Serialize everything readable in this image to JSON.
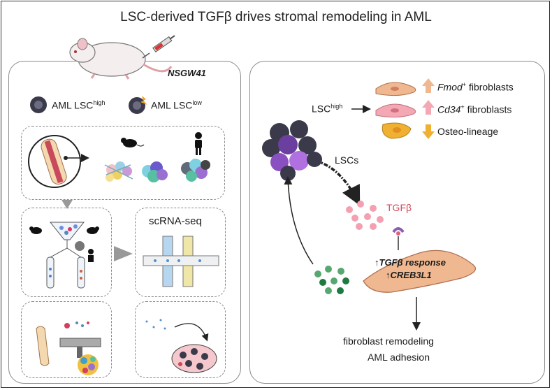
{
  "title": "LSC-derived TGFβ drives stromal remodeling in AML",
  "left": {
    "mouse_strain": "NSGW41",
    "legend_high": {
      "text": "AML LSC",
      "sup": "high"
    },
    "legend_low": {
      "text": "AML LSC",
      "sup": "low"
    },
    "scrna_label": "scRNA-seq"
  },
  "right": {
    "lsc_high": {
      "text": "LSC",
      "sup": "high"
    },
    "effects": [
      {
        "gene": "Fmod",
        "sup": "+",
        "rest": " fibroblasts",
        "direction": "up",
        "color": "#f0b890"
      },
      {
        "gene": "Cd34",
        "sup": "+",
        "rest": " fibroblasts",
        "direction": "up",
        "color": "#f4a8b4"
      },
      {
        "gene": "",
        "sup": "",
        "rest": "Osteo-lineage",
        "direction": "down",
        "color": "#f0b030"
      }
    ],
    "lscs_label": "LSCs",
    "tgfb_label": "TGFβ",
    "response_1": "TGFβ response",
    "response_2": "CREB3L1",
    "outcome_1": "fibroblast remodeling",
    "outcome_2": "AML adhesion"
  }
}
